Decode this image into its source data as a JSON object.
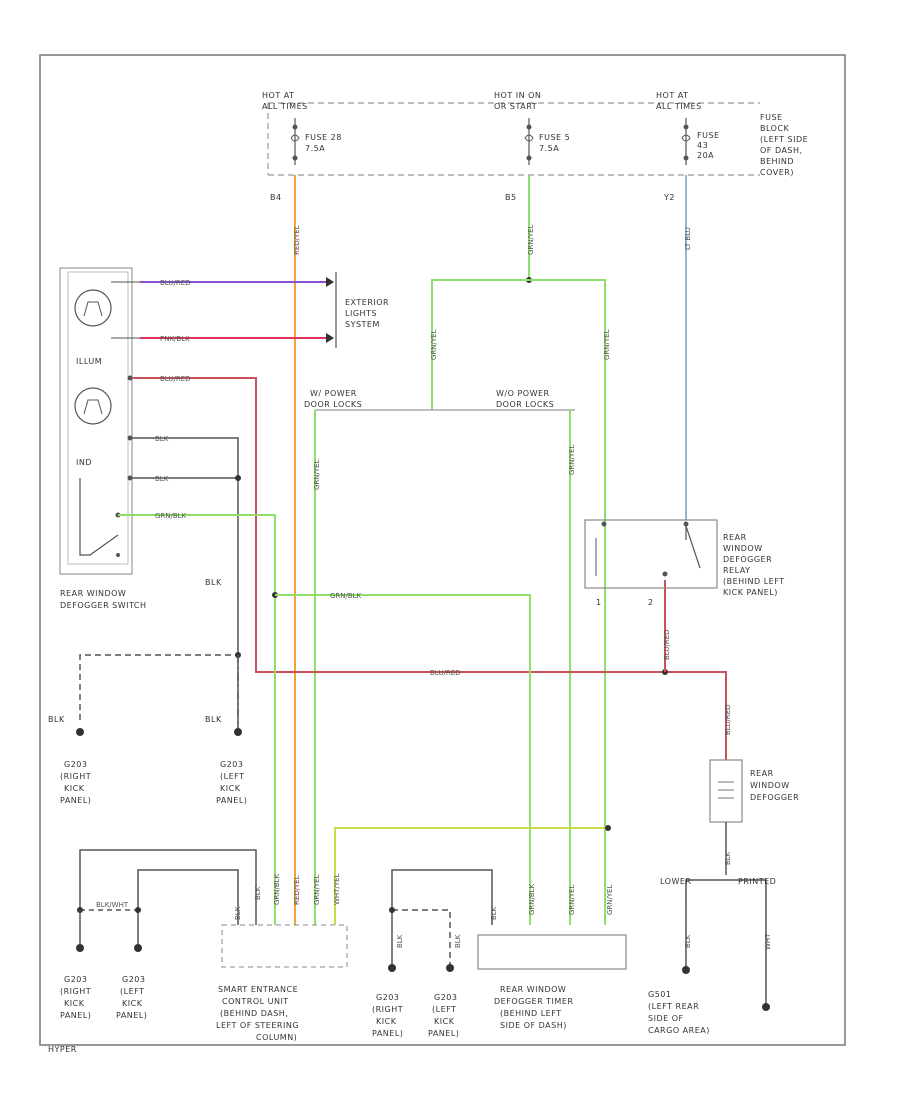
{
  "title": "",
  "fuse_block": {
    "hot_left": [
      "HOT AT",
      "ALL TIMES"
    ],
    "hot_mid": [
      "HOT IN ON",
      "OR START"
    ],
    "hot_right": [
      "HOT AT",
      "ALL TIMES"
    ],
    "fuse_left": [
      "FUSE 28",
      "7.5A"
    ],
    "fuse_mid": [
      "FUSE 5",
      "7.5A"
    ],
    "fuse_right": [
      "FUSE",
      "43",
      "20A"
    ],
    "block_label": [
      "FUSE",
      "BLOCK",
      "(LEFT SIDE",
      "OF DASH,",
      "BEHIND",
      "COVER)"
    ],
    "pin_left": "B4",
    "pin_mid": "B5",
    "pin_right": "Y2"
  },
  "wires": {
    "red_yel": "RED/YEL",
    "grn_yel": "GRN/YEL",
    "lt_blu": "LT BLU",
    "blu_red": "BLU/RED",
    "pnk_blk": "PNK/BLK",
    "blk": "BLK",
    "grn_blk": "GRN/BLK",
    "wht": "WHT",
    "blk_wht": "BLK/WHT",
    "wht_yel": "WHT/YEL"
  },
  "labels": {
    "exterior": [
      "EXTERIOR",
      "LIGHTS",
      "SYSTEM"
    ],
    "illum": "ILLUM",
    "ind": "IND",
    "switch": [
      "REAR WINDOW",
      "DEFOGGER SWITCH"
    ],
    "power_left": [
      "W/ POWER",
      "DOOR LOCKS"
    ],
    "power_right": [
      "W/O POWER",
      "DOOR LOCKS"
    ],
    "relay": [
      "REAR",
      "WINDOW",
      "DEFOGGER",
      "RELAY",
      "(BEHIND LEFT",
      "KICK PANEL)"
    ],
    "relay_pin1": "1",
    "relay_pin2": "2",
    "defogger": [
      "REAR",
      "WINDOW",
      "DEFOGGER"
    ],
    "g203_right_a": [
      "G203",
      "(RIGHT",
      "KICK",
      "PANEL)"
    ],
    "g203_left_a": [
      "G203",
      "(LEFT",
      "KICK",
      "PANEL)"
    ],
    "g203_right_b": [
      "G203",
      "(RIGHT",
      "KICK",
      "PANEL)"
    ],
    "g203_left_b": [
      "G203",
      "(LEFT",
      "KICK",
      "PANEL)"
    ],
    "g203_right_c": [
      "G203",
      "(RIGHT",
      "KICK",
      "PANEL)"
    ],
    "g203_left_c": [
      "G203",
      "(LEFT",
      "KICK",
      "PANEL)"
    ],
    "smart_entrance": [
      "SMART ENTRANCE",
      "CONTROL UNIT",
      "(BEHIND DASH,",
      "LEFT OF STEERING",
      "COLUMN)"
    ],
    "timer": [
      "REAR WINDOW",
      "DEFOGGER TIMER",
      "(BEHIND LEFT",
      "SIDE OF DASH)"
    ],
    "g501": [
      "G501",
      "(LEFT REAR",
      "SIDE OF",
      "CARGO AREA)"
    ],
    "lower": "LOWER",
    "printed": "PRINTED",
    "footer": "HYPER"
  },
  "colors": {
    "red_yel": "#f5a23a",
    "green": "#8fe06a",
    "lt_blu": "#8fb8d8",
    "blu_red": "#8a4fd0",
    "pnk_blk": "#e0345a",
    "blk_red": "#c9525a",
    "grn_yel": "#c7dc46",
    "grey": "#999999",
    "dark": "#444444",
    "ink": "#555555"
  }
}
